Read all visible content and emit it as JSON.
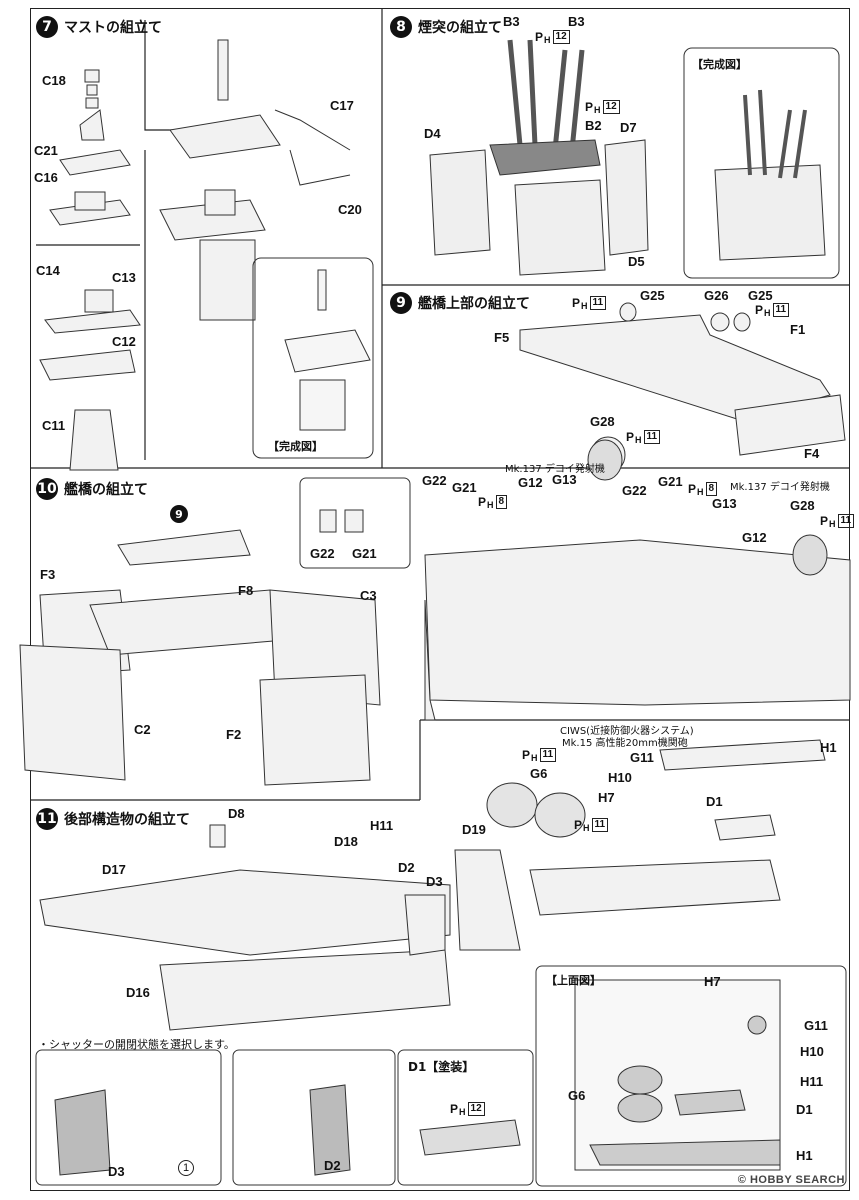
{
  "steps": {
    "s7": {
      "num": "7",
      "title": "マストの組立て",
      "labels": [
        "C18",
        "C21",
        "C16",
        "C14",
        "C13",
        "C12",
        "C11",
        "C17",
        "C20"
      ],
      "inset": "【完成図】"
    },
    "s8": {
      "num": "8",
      "title": "煙突の組立て",
      "labels": [
        "B3",
        "B3",
        "B2",
        "D4",
        "D7",
        "D5"
      ],
      "ph": "12",
      "inset": "【完成図】"
    },
    "s9": {
      "num": "9",
      "title": "艦橋上部の組立て",
      "labels": [
        "G25",
        "G26",
        "G25",
        "F5",
        "F1",
        "F4",
        "G28"
      ],
      "ph": "11"
    },
    "s10": {
      "num": "10",
      "title": "艦橋の組立て",
      "labels": [
        "F3",
        "F8",
        "C3",
        "C2",
        "F2",
        "G22",
        "G21",
        "G12",
        "G13",
        "G22",
        "G21",
        "G13",
        "G12",
        "G28",
        "G22",
        "G21"
      ],
      "ph8": "8",
      "ph11": "11",
      "decoy": "Mk.137 デコイ発射機",
      "decoy2": "Mk.137 デコイ発射機",
      "ref": "9"
    },
    "s11": {
      "num": "11",
      "title": "後部構造物の組立て",
      "labels": [
        "D8",
        "D18",
        "H11",
        "D19",
        "D17",
        "D2",
        "D3",
        "D16",
        "G6",
        "G11",
        "H10",
        "H7",
        "D1",
        "H1"
      ],
      "ciws1": "CIWS(近接防御火器システム)",
      "ciws2": "Mk.15 高性能20mm機関砲",
      "ph11": "11"
    },
    "shutter": {
      "note": "・シャッターの開閉状態を選択します。",
      "left": "D3",
      "right": "D2",
      "choice": "1"
    },
    "paint": {
      "title": "D1【塗装】",
      "ph": "12"
    },
    "top": {
      "title": "【上面図】",
      "labels": [
        "H7",
        "G11",
        "H10",
        "H11",
        "G6",
        "D1",
        "H1"
      ]
    }
  },
  "ph_letter": "P",
  "ph_sub": "H",
  "watermark": "© HOBBY SEARCH"
}
